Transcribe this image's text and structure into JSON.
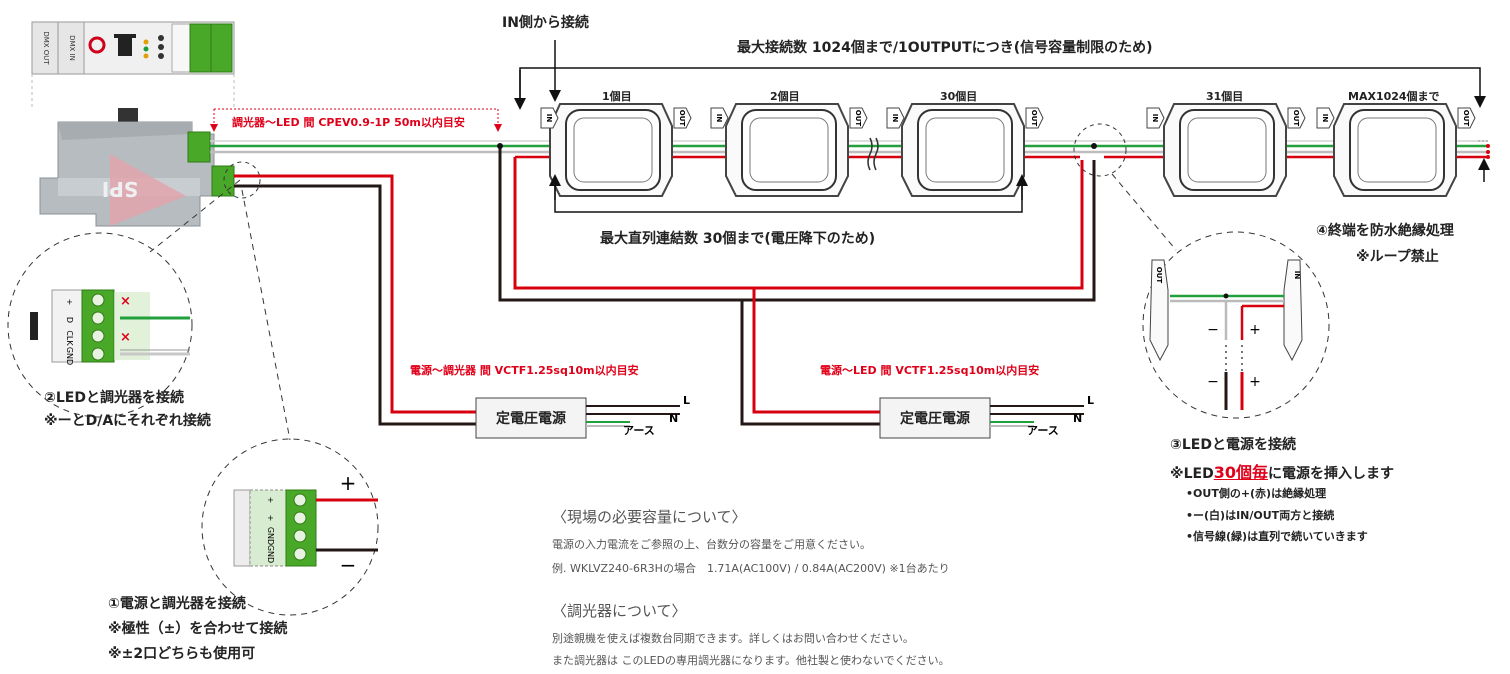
{
  "annotations": {
    "in_side": "IN側から接続",
    "max_connect": "最大接続数 1024個まで/1OUTPUTにつき(信号容量制限のため)",
    "max_series": "最大直列連結数 30個まで(電圧降下のため)",
    "dimmer_led_cable": "調光器〜LED 間 CPEV0.9-1P 50m以内目安",
    "psu_dimmer_cable": "電源〜調光器 間 VCTF1.25sq10m以内目安",
    "psu_led_cable": "電源〜LED 間 VCTF1.25sq10m以内目安"
  },
  "leds": [
    {
      "label": "1個目"
    },
    {
      "label": "2個目"
    },
    {
      "label": "30個目"
    },
    {
      "label": "31個目"
    },
    {
      "label": "MAX1024個まで"
    }
  ],
  "port_labels": {
    "in": "IN",
    "out": "OUT"
  },
  "psu": {
    "label": "定電圧電源",
    "earth": "アース",
    "l": "L",
    "n": "N"
  },
  "dimmer": {
    "dmx_out": "DMX OUT",
    "dmx_in": "DMX IN",
    "terminal": [
      "+",
      "D",
      "CLK",
      "GND"
    ],
    "terminal2": [
      "+",
      "+",
      "GND",
      "GND"
    ],
    "brand": "SPI"
  },
  "polarity": {
    "plus": "+",
    "minus": "−"
  },
  "steps": {
    "s1_title": "①電源と調光器を接続",
    "s1_note1": "※極性（±）を合わせて接続",
    "s1_note2": "※±2口どちらも使用可",
    "s2_title": "②LEDと調光器を接続",
    "s2_note": "※ーとD/Aにそれぞれ接続",
    "s3_title": "③LEDと電源を接続",
    "s3_note_pre": "※LED",
    "s3_note_em": "30個毎",
    "s3_note_post": "に電源を挿入します",
    "s3_b1": "•OUT側の+(赤)は絶縁処理",
    "s3_b2": "•ー(白)はIN/OUT両方と接続",
    "s3_b3": "•信号線(緑)は直列で続いていきます",
    "s4_title": "④終端を防水絶縁処理",
    "s4_note": "※ループ禁止"
  },
  "capacity": {
    "title": "〈現場の必要容量について〉",
    "line1": "電源の入力電流をご参照の上、台数分の容量をご用意ください。",
    "line2": "例. WKLVZ240-6R3Hの場合　1.71A(AC100V) / 0.84A(AC200V) ※1台あたり"
  },
  "dimmer_info": {
    "title": "〈調光器について〉",
    "line1": "別途親機を使えば複数台同期できます。詳しくはお問い合わせください。",
    "line2": "また調光器は このLEDの専用調光器になります。他社製と使わないでください。"
  },
  "colors": {
    "red_wire": "#d7000f",
    "green_wire": "#22a03c",
    "black_wire": "#231815",
    "terminal_green": "#4aa829"
  }
}
